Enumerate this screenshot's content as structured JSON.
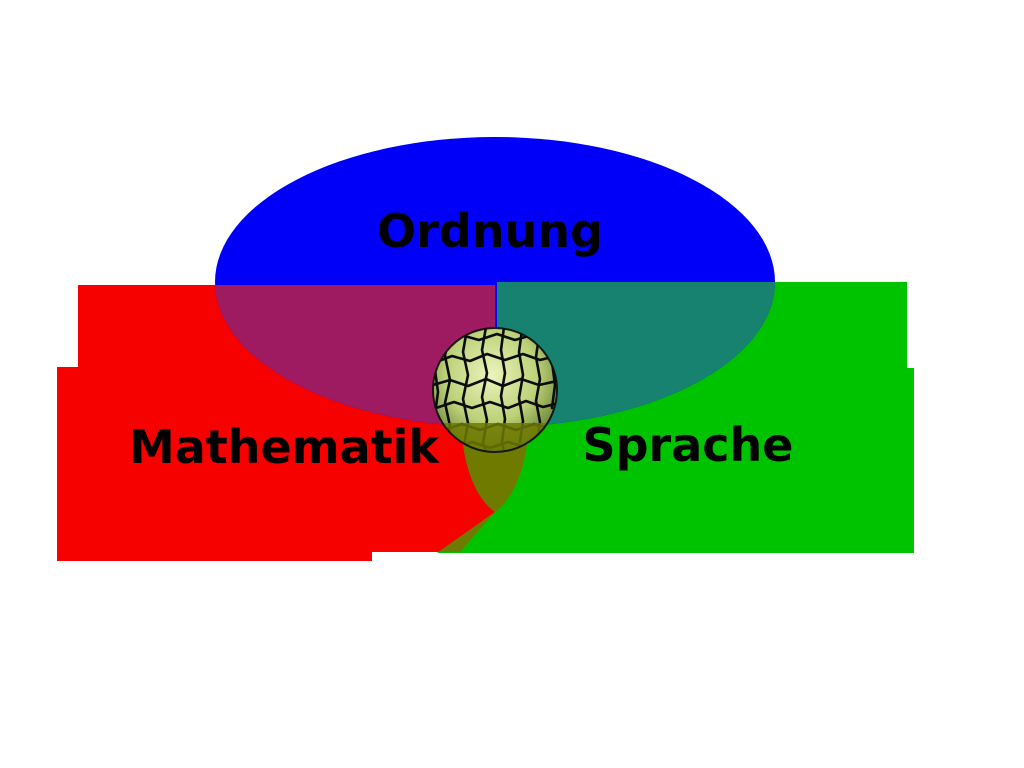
{
  "diagram": {
    "type": "venn-diagram",
    "labels": {
      "top": "Ordnung",
      "left": "Mathematik",
      "right": "Sprache"
    },
    "colors": {
      "top_set": "#0000fa",
      "left_set": "#f70000",
      "right_set": "#00c300",
      "overlap_top_left": "#9e1a61",
      "overlap_top_right": "#16826f",
      "overlap_left_right": "#6e7a00",
      "center_pattern_light": "#ecf4bd",
      "center_pattern_mid": "#bcd177",
      "center_pattern_dark": "#3e5a15",
      "cell_border": "#0c0c0c",
      "label_color": "#000000",
      "background": "#ffffff"
    }
  }
}
